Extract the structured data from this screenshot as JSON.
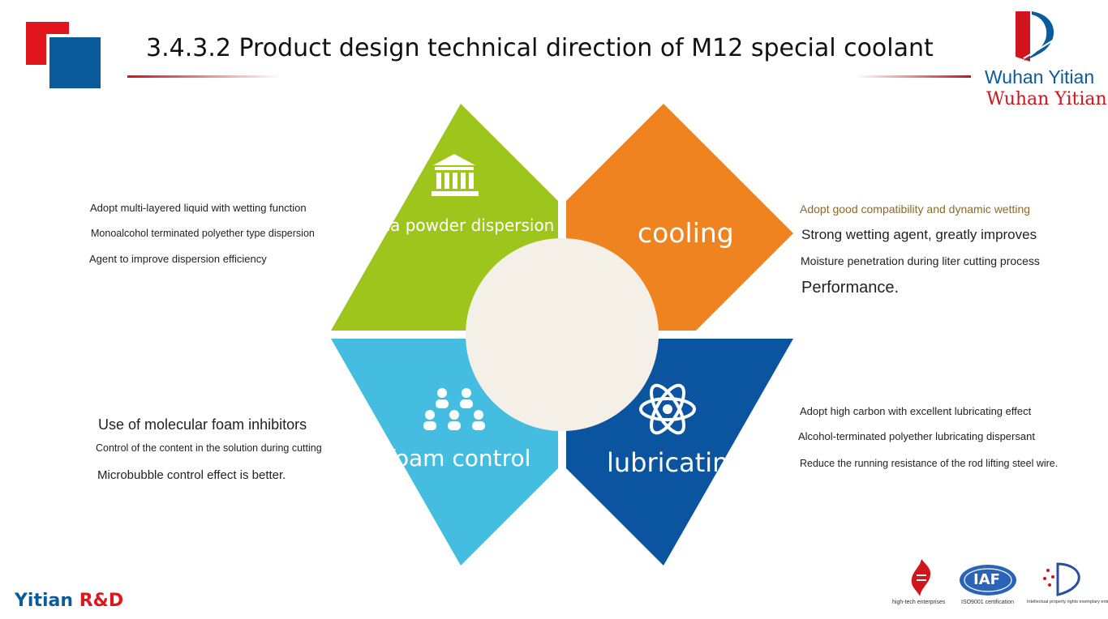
{
  "header": {
    "title": "3.4.3.2 Product design technical direction of M12 special coolant",
    "brand_en": "Wuhan Yitian",
    "brand_cn": "Wuhan Yitian"
  },
  "petals": {
    "silica": {
      "label": "silica powder dispersion",
      "color": "#9dc51c"
    },
    "cooling": {
      "label": "cooling",
      "color": "#ef831f"
    },
    "foam": {
      "label": "foam control",
      "color": "#45bde0"
    },
    "lubricating": {
      "label": "lubricating",
      "color": "#0b54a0"
    },
    "center_color": "#f4f0e8"
  },
  "left_top": [
    "Adopt multi-layered liquid with wetting function",
    "Monoalcohol terminated polyether type dispersion",
    "Agent to improve dispersion efficiency"
  ],
  "right_top": [
    "Adopt good compatibility and dynamic wetting",
    "Strong wetting agent, greatly improves",
    "Moisture penetration during liter cutting process",
    "Performance."
  ],
  "left_bottom": [
    "Use of molecular foam inhibitors",
    "Control of the content in the solution during cutting",
    "Microbubble control effect is better."
  ],
  "right_bottom": [
    "Adopt high carbon with excellent lubricating effect",
    "Alcohol-terminated polyether lubricating dispersant",
    "Reduce the running resistance of the rod lifting steel wire."
  ],
  "footer": {
    "brand_part1": "Yitian",
    "brand_part2": "R&D",
    "certs": [
      {
        "caption": "high-tech enterprises",
        "icon": "high-tech-enterprise-icon"
      },
      {
        "caption": "ISO9001 certification",
        "badge": "IAF",
        "icon": "iaf-badge-icon"
      },
      {
        "caption": "Intellectual property rights exemplary enterprise",
        "icon": "ip-enterprise-icon"
      }
    ]
  }
}
